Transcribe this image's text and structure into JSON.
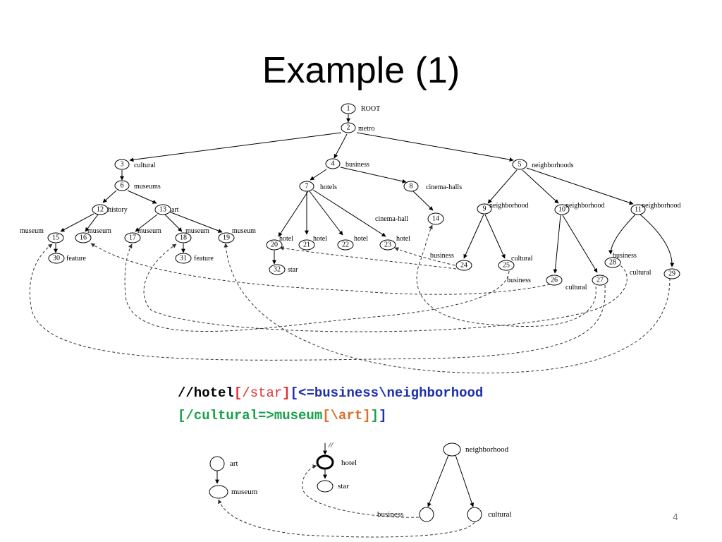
{
  "slide": {
    "title": "Example (1)",
    "page_number": "4"
  },
  "tree": {
    "n1": "1",
    "n1_label": "ROOT",
    "n2": "2",
    "n2_label": "metro",
    "n3": "3",
    "n3_label": "cultural",
    "n4": "4",
    "n4_label": "business",
    "n5": "5",
    "n5_label": "neighborhoods",
    "n6": "6",
    "n6_label": "museums",
    "n7": "7",
    "n7_label": "hotels",
    "n8": "8",
    "n8_label": "cinema-halls",
    "n9": "9",
    "n9_label": "neighborhood",
    "n10": "10",
    "n10_label": "neighborhood",
    "n11": "11",
    "n11_label": "neighborhood",
    "n12": "12",
    "n12_label": "history",
    "n13": "13",
    "n13_label": "art",
    "n14": "14",
    "n14_label": "cinema-hall",
    "n15": "15",
    "n15_label": "museum",
    "n16": "16",
    "n16_label": "museum",
    "n17": "17",
    "n17_label": "museum",
    "n18": "18",
    "n18_label": "museum",
    "n19": "19",
    "n19_label": "museum",
    "n20": "20",
    "n20_label": "hotel",
    "n21": "21",
    "n21_label": "hotel",
    "n22": "22",
    "n22_label": "hotel",
    "n23": "23",
    "n23_label": "hotel",
    "n24": "24",
    "n24_label": "business",
    "n25": "25",
    "n25_label": "cultural",
    "n26": "26",
    "n26_label": "business",
    "n27": "27",
    "n27_label": "cultural",
    "n28": "28",
    "n28_label": "business",
    "n29": "29",
    "n29_label": "cultural",
    "n30": "30",
    "n30_label": "feature",
    "n31": "31",
    "n31_label": "feature",
    "n32": "32",
    "n32_label": "star"
  },
  "query": {
    "p1": "//hotel",
    "p2": "[",
    "p3": "/star",
    "p4": "]",
    "p5": "[<=business\\neighborhood",
    "p6": "[/cultural=>museum",
    "p7": "[\\art]",
    "p8": "]",
    "p9": "]"
  },
  "query_pattern": {
    "art": "art",
    "museum": "museum",
    "hotel": "hotel",
    "star": "star",
    "neighborhood": "neighborhood",
    "business": "business",
    "cultural": "cultural",
    "descendant_marker": "//"
  },
  "colors": {
    "query_black": "#000000",
    "query_red": "#e03030",
    "query_blue": "#1d2fb0",
    "query_green": "#19a04a",
    "query_orange": "#d8702a"
  }
}
